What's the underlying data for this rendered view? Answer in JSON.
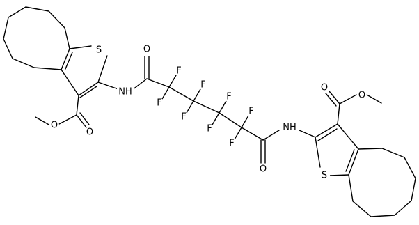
{
  "atoms": [
    {
      "id": "S1",
      "text": "S"
    },
    {
      "id": "NH1",
      "text": "NH"
    },
    {
      "id": "O1",
      "text": "O"
    },
    {
      "id": "O2",
      "text": "O"
    },
    {
      "id": "O3",
      "text": "O"
    },
    {
      "id": "F1",
      "text": "F"
    },
    {
      "id": "F2",
      "text": "F"
    },
    {
      "id": "F3",
      "text": "F"
    },
    {
      "id": "F4",
      "text": "F"
    },
    {
      "id": "F5",
      "text": "F"
    },
    {
      "id": "F6",
      "text": "F"
    },
    {
      "id": "F7",
      "text": "F"
    },
    {
      "id": "F8",
      "text": "F"
    },
    {
      "id": "O4",
      "text": "O"
    },
    {
      "id": "NH2",
      "text": "NH"
    },
    {
      "id": "S2",
      "text": "S"
    },
    {
      "id": "O5",
      "text": "O"
    },
    {
      "id": "O6",
      "text": "O"
    }
  ]
}
